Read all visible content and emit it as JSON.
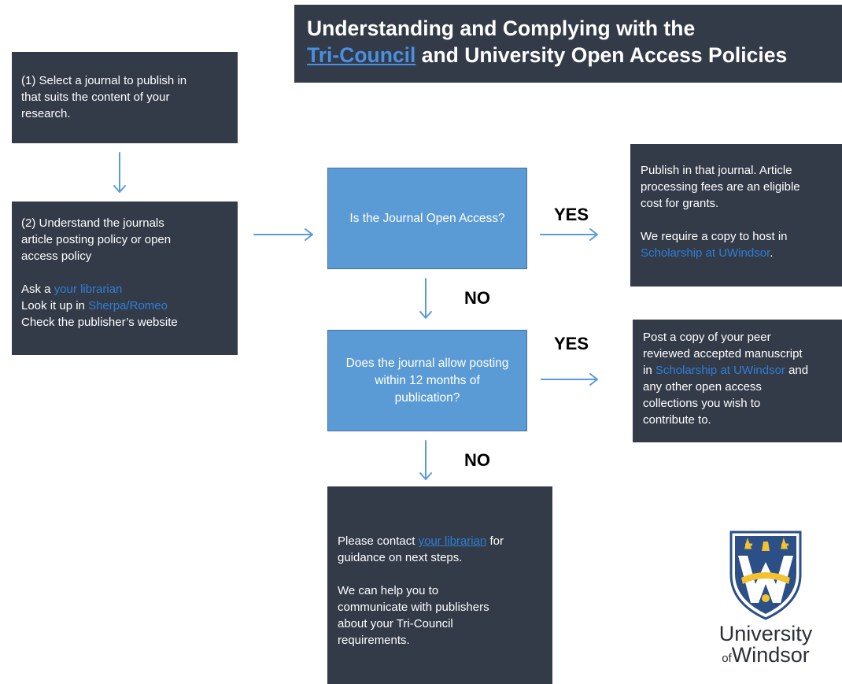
{
  "title": {
    "line1": "Understanding and Complying with the",
    "line2_link": "Tri-Council",
    "line2_rest": " and University Open Access Policies"
  },
  "step1": {
    "lines": [
      "(1) Select a journal to publish in",
      "that suits the content of your",
      "research."
    ]
  },
  "step2": {
    "lines": [
      "(2) Understand the journals",
      "article posting policy or open",
      "access policy"
    ],
    "ask_prefix": "Ask a ",
    "ask_link": "your librarian",
    "lookup_prefix": "Look it up in ",
    "lookup_link": "Sherpa/Romeo",
    "check_text": "Check the publisher’s website"
  },
  "question1": {
    "text": "Is the Journal Open Access?"
  },
  "question2": {
    "text": "Does the journal allow posting within 12 months of publication?"
  },
  "labels": {
    "yes": "YES",
    "no": "NO"
  },
  "result_yes1": {
    "lines": [
      "Publish in that journal. Article",
      "processing fees are an eligible",
      "cost for grants."
    ],
    "host_line": "We require a copy to host in",
    "host_link": "Scholarship at UWindsor",
    "host_end": "."
  },
  "result_yes2": {
    "line1": "Post a copy of your peer",
    "line2": "reviewed accepted manuscript",
    "line3_prefix": "in ",
    "line3_link": "Scholarship at UWindsor",
    "line3_suffix": " and",
    "line4": "any other open access",
    "line5": "collections you wish to",
    "line6": "contribute to."
  },
  "result_no": {
    "contact_prefix": "Please contact ",
    "contact_link": "your librarian",
    "contact_suffix": " for",
    "contact_line2": "guidance on next steps.",
    "help_lines": [
      "We can help you to",
      "communicate with publishers",
      "about your Tri-Council",
      "requirements."
    ]
  },
  "logo": {
    "line1": "University",
    "of": "of",
    "line2": "Windsor"
  },
  "colors": {
    "dark_box": "#333a48",
    "decision_box": "#5b9bd5",
    "arrow": "#5b9bd5",
    "link": "#2f7fd6"
  }
}
